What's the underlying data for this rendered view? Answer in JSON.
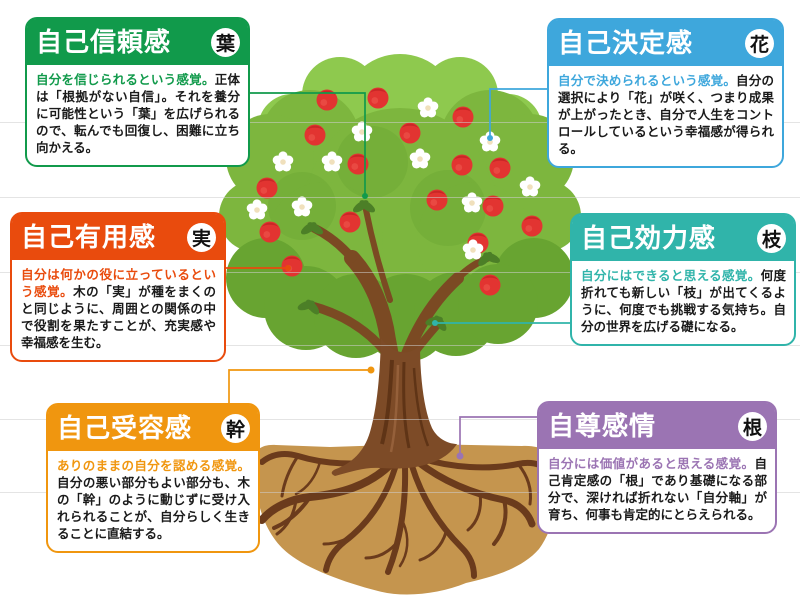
{
  "title_meta": "自己肯定感の木（6つの感覚）",
  "cards": [
    {
      "id": "self-trust",
      "title": "自己信頼感",
      "badge": "葉",
      "color": "#119a4b",
      "lead": "自分を信じられるという感覚。",
      "body": "正体は「根拠がない自信」。それを養分に可能性という「葉」を広げられるので、転んでも回復し、困難に立ち向かえる。"
    },
    {
      "id": "self-determination",
      "title": "自己決定感",
      "badge": "花",
      "color": "#3ea7dc",
      "lead": "自分で決められるという感覚。",
      "body": "自分の選択により「花」が咲く、つまり成果が上がったとき、自分で人生をコントロールしているという幸福感が得られる。"
    },
    {
      "id": "self-usefulness",
      "title": "自己有用感",
      "badge": "実",
      "color": "#e94b0d",
      "lead": "自分は何かの役に立っているという感覚。",
      "body": "木の「実」が種をまくのと同じように、周囲との関係の中で役割を果たすことが、充実感や幸福感を生む。"
    },
    {
      "id": "self-efficacy",
      "title": "自己効力感",
      "badge": "枝",
      "color": "#30b4aa",
      "lead": "自分にはできると思える感覚。",
      "body": "何度折れても新しい「枝」が出てくるように、何度でも挑戦する気持ち。自分の世界を広げる礎になる。"
    },
    {
      "id": "self-acceptance",
      "title": "自己受容感",
      "badge": "幹",
      "color": "#f0960f",
      "lead": "ありのままの自分を認める感覚。",
      "body": "自分の悪い部分もよい部分も、木の「幹」のように動じずに受け入れられることが、自分らしく生きることに直結する。"
    },
    {
      "id": "self-esteem",
      "title": "自尊感情",
      "badge": "根",
      "color": "#9b74b3",
      "lead": "自分には価値があると思える感覚。",
      "body": "自己肯定感の「根」であり基礎になる部分で、深ければ折れない「自分軸」が育ち、何事も肯定的にとらえられる。"
    }
  ],
  "tree_palette": {
    "foliage_base": "#7db63e",
    "foliage_light": "#8ec94e",
    "foliage_dark": "#68a431",
    "trunk": "#7d4b27",
    "trunk_dark": "#5f3416",
    "trunk_light": "#95603a",
    "root": "#6b3b1c",
    "soil": "#c5954e",
    "apple": "#e23431",
    "flower": "#ffffff",
    "flower_center": "#f0e0bc",
    "leaf_dark": "#4c7f27"
  }
}
